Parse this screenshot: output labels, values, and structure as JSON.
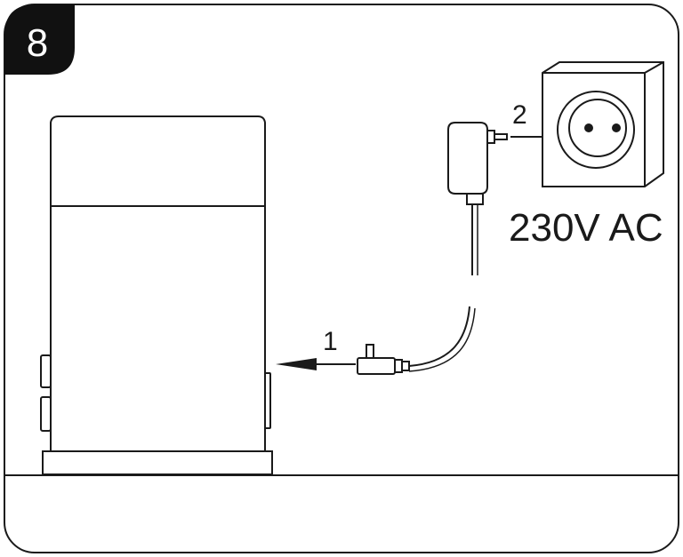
{
  "step": {
    "number": "8"
  },
  "callouts": {
    "plug_into_device": "1",
    "plug_into_outlet": "2"
  },
  "power": {
    "voltage_label": "230V AC"
  },
  "colors": {
    "line": "#1a1a1a",
    "badge": "#111111",
    "background": "#ffffff"
  }
}
